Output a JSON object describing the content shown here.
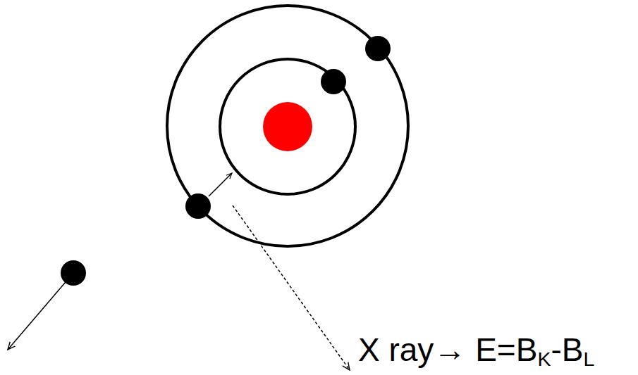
{
  "diagram": {
    "labels": [
      "X ray→ E=B",
      "K",
      "-B",
      "L"
    ]
  }
}
